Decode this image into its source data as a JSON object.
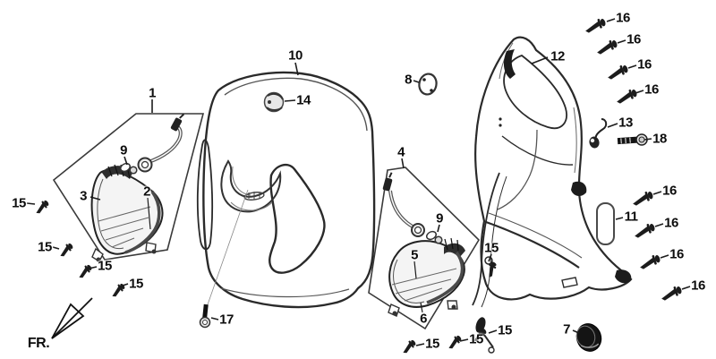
{
  "colors": {
    "line": "#1c1c1c",
    "background": "#ffffff"
  },
  "fr_indicator": {
    "label": "FR."
  },
  "callouts": [
    {
      "label": "1",
      "points_to": "left-turn-signal-assembly-box"
    },
    {
      "label": "9",
      "points_to": "left-bulb"
    },
    {
      "label": "3",
      "points_to": "left-signal-housing"
    },
    {
      "label": "2",
      "points_to": "left-signal-lens"
    },
    {
      "label": "15",
      "points_to": "screw"
    },
    {
      "label": "15",
      "points_to": "screw"
    },
    {
      "label": "15",
      "points_to": "screw"
    },
    {
      "label": "15",
      "points_to": "screw"
    },
    {
      "label": "17",
      "points_to": "bolt"
    },
    {
      "label": "10",
      "points_to": "front-cover"
    },
    {
      "label": "14",
      "points_to": "emblem"
    },
    {
      "label": "8",
      "points_to": "oval-pad"
    },
    {
      "label": "4",
      "points_to": "right-turn-signal-assembly-box"
    },
    {
      "label": "9",
      "points_to": "right-bulb"
    },
    {
      "label": "5",
      "points_to": "right-signal-housing"
    },
    {
      "label": "6",
      "points_to": "right-signal-lens"
    },
    {
      "label": "15",
      "points_to": "screw"
    },
    {
      "label": "15",
      "points_to": "screw"
    },
    {
      "label": "15",
      "points_to": "screw"
    },
    {
      "label": "15",
      "points_to": "screw"
    },
    {
      "label": "12",
      "points_to": "inner-cover"
    },
    {
      "label": "13",
      "points_to": "hook"
    },
    {
      "label": "18",
      "points_to": "bolt"
    },
    {
      "label": "16",
      "points_to": "screw"
    },
    {
      "label": "16",
      "points_to": "screw"
    },
    {
      "label": "16",
      "points_to": "screw"
    },
    {
      "label": "16",
      "points_to": "screw"
    },
    {
      "label": "16",
      "points_to": "screw"
    },
    {
      "label": "16",
      "points_to": "screw"
    },
    {
      "label": "16",
      "points_to": "screw"
    },
    {
      "label": "16",
      "points_to": "screw"
    },
    {
      "label": "11",
      "points_to": "rubber-pad"
    },
    {
      "label": "7",
      "points_to": "grommet-cap"
    }
  ]
}
